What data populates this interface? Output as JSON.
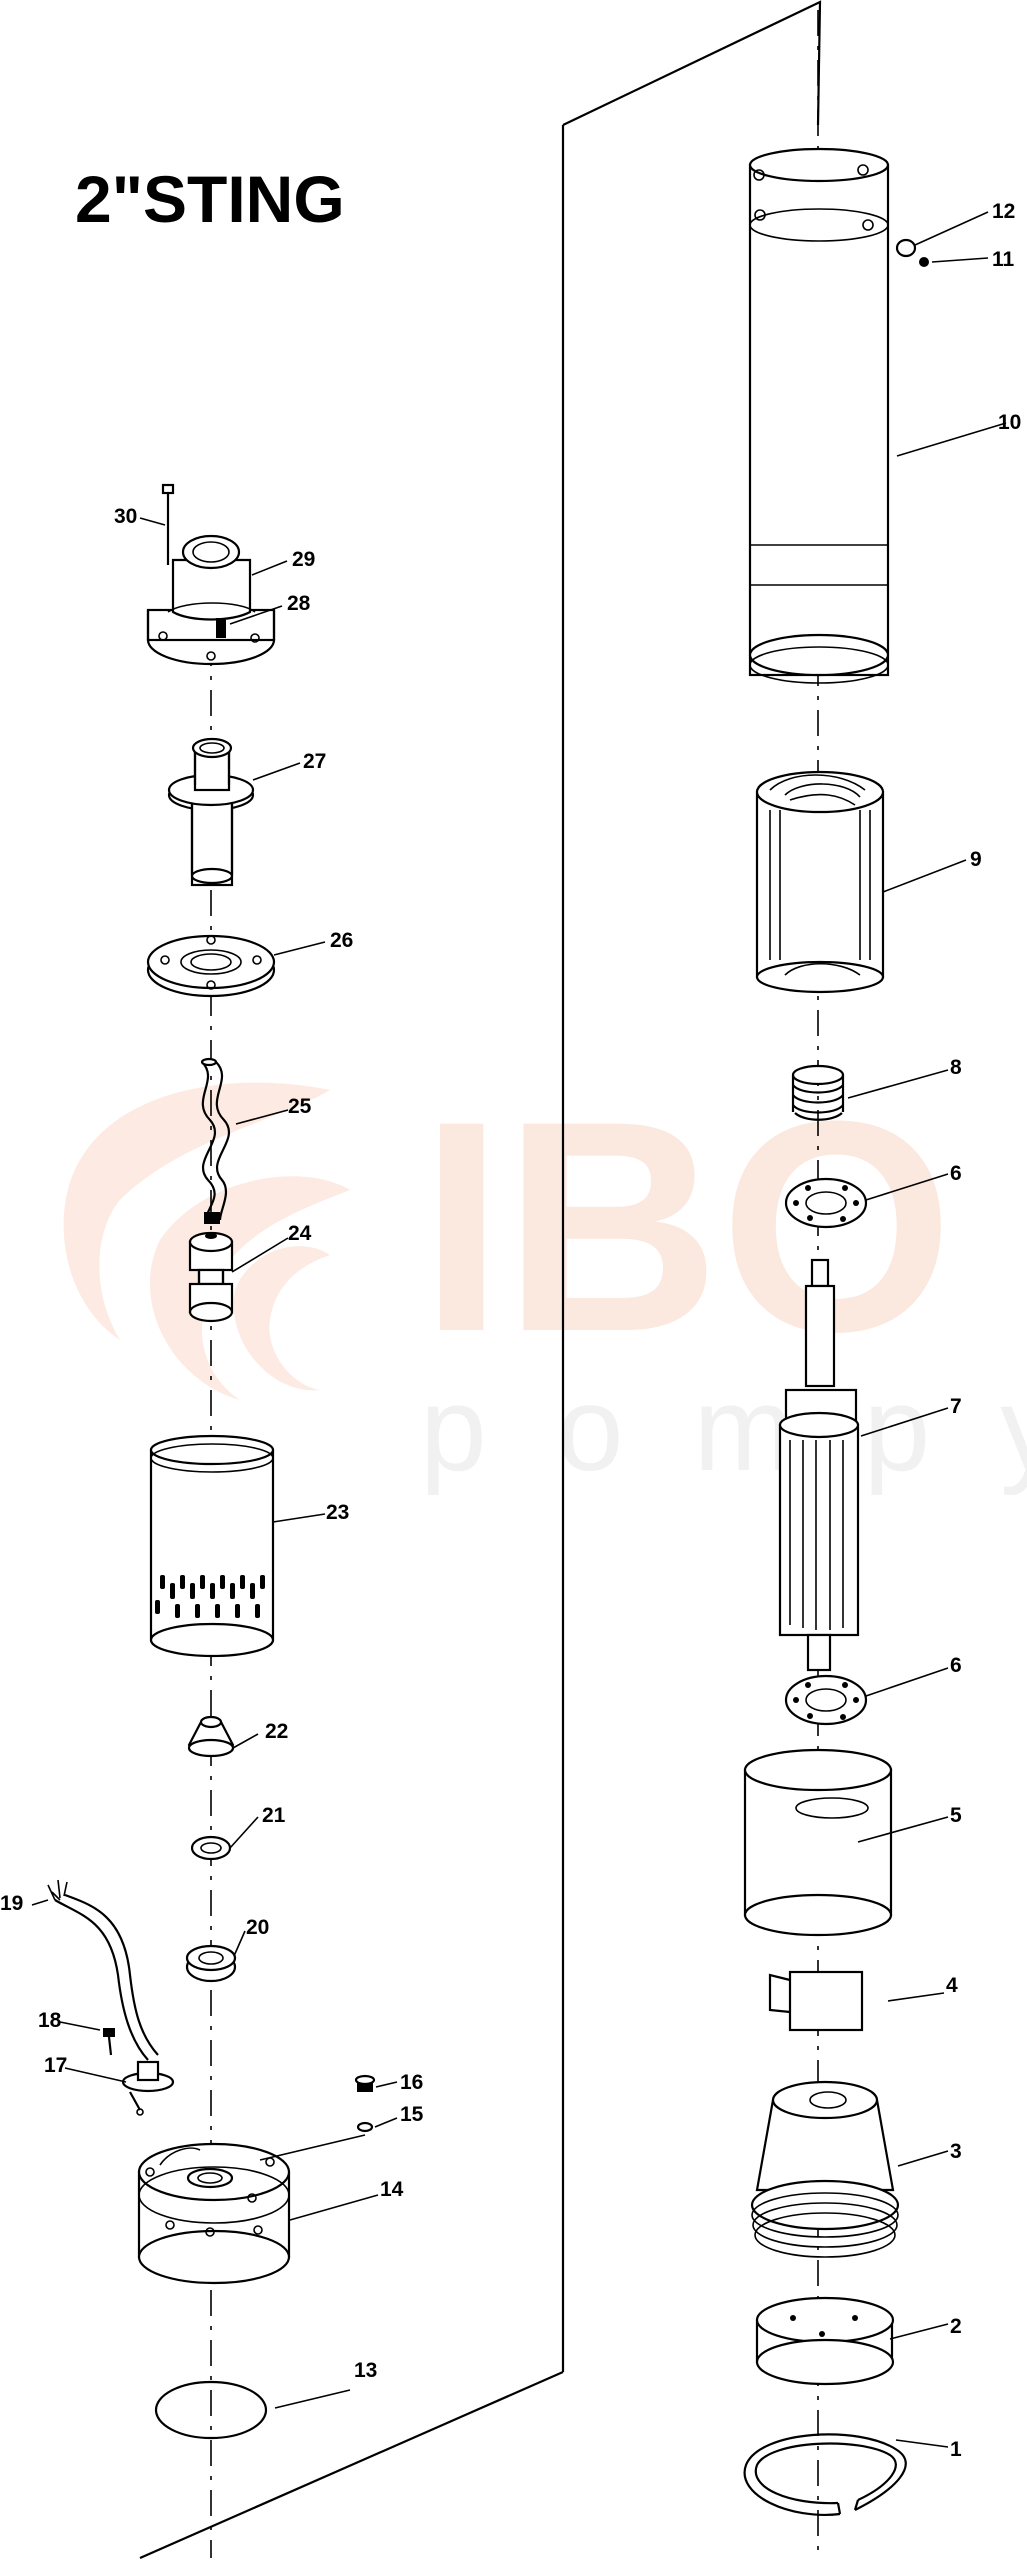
{
  "title": "2\"STING",
  "watermark": {
    "brand_logo": "IBO",
    "brand_word": "pompy",
    "color": "#fbe6dc"
  },
  "parts": [
    {
      "number": "1"
    },
    {
      "number": "2"
    },
    {
      "number": "3"
    },
    {
      "number": "4"
    },
    {
      "number": "5"
    },
    {
      "number": "6"
    },
    {
      "number": "7"
    },
    {
      "number": "6"
    },
    {
      "number": "8"
    },
    {
      "number": "9"
    },
    {
      "number": "10"
    },
    {
      "number": "11"
    },
    {
      "number": "12"
    },
    {
      "number": "13"
    },
    {
      "number": "14"
    },
    {
      "number": "15"
    },
    {
      "number": "16"
    },
    {
      "number": "17"
    },
    {
      "number": "18"
    },
    {
      "number": "19"
    },
    {
      "number": "20"
    },
    {
      "number": "21"
    },
    {
      "number": "22"
    },
    {
      "number": "23"
    },
    {
      "number": "24"
    },
    {
      "number": "25"
    },
    {
      "number": "26"
    },
    {
      "number": "27"
    },
    {
      "number": "28"
    },
    {
      "number": "29"
    },
    {
      "number": "30"
    }
  ]
}
